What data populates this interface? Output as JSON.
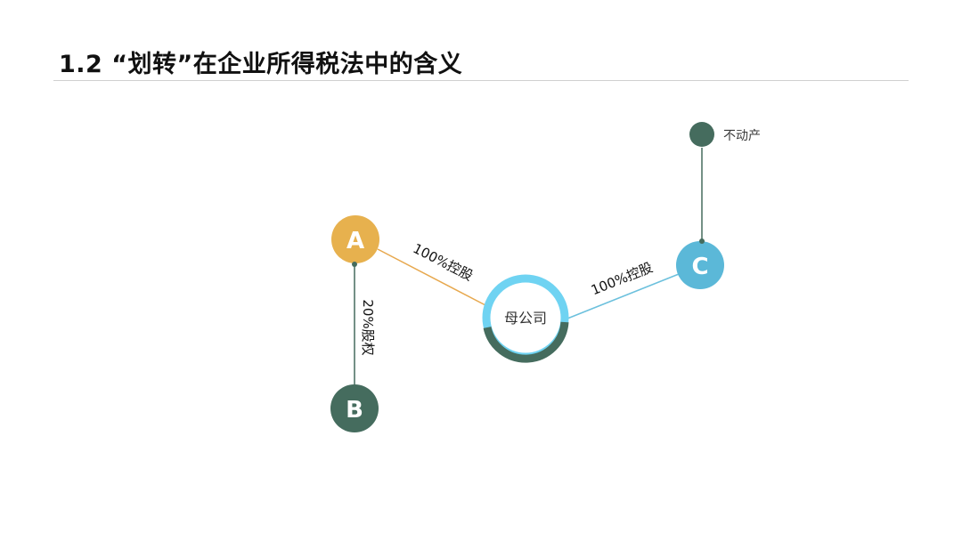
{
  "slide": {
    "title": "1.2 “划转”在企业所得税法中的含义"
  },
  "diagram": {
    "nodes": {
      "a": {
        "label": "A",
        "color": "#E7B14E"
      },
      "b": {
        "label": "B",
        "color": "#456C5E"
      },
      "c": {
        "label": "C",
        "color": "#5BB8D8"
      },
      "parent": {
        "label": "母公司",
        "ring_light": "#6FD3F2",
        "ring_dark": "#456C5E"
      },
      "property": {
        "label": "不动产",
        "color": "#456C5E"
      }
    },
    "edges": {
      "a_parent": {
        "label": "100%控股",
        "color": "#E7A84E"
      },
      "parent_c": {
        "label": "100%控股",
        "color": "#6CC0DD"
      },
      "a_b": {
        "label": "20%股权",
        "color": "#456C5E"
      },
      "c_property": {
        "color": "#456C5E"
      }
    }
  }
}
